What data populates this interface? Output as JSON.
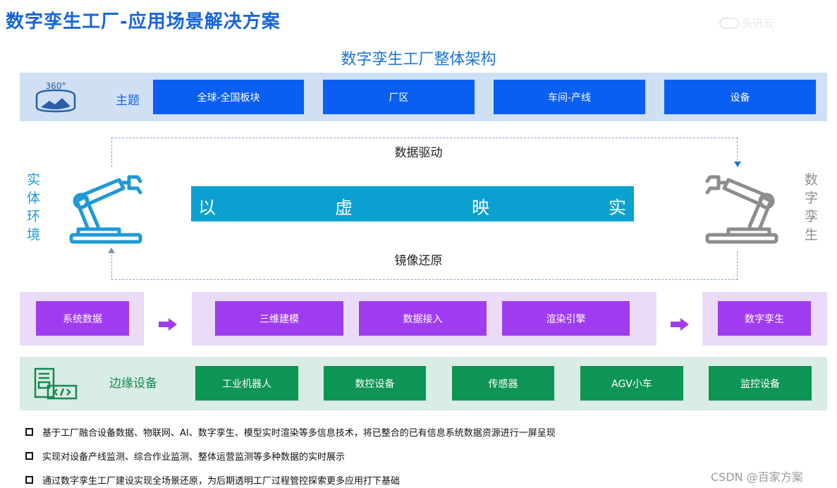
{
  "page_title": "数字孪生工厂-应用场景解决方案",
  "logo_watermark": "头讯云",
  "architecture_title": "数字孪生工厂整体架构",
  "theme_row": {
    "label": "主题",
    "icon_text": "360°",
    "items": [
      "全球-全国板块",
      "厂区",
      "车间-产线",
      "设备"
    ]
  },
  "flow": {
    "drive_label": "数据驱动",
    "mirror_label": "镜像还原",
    "banner_chars": [
      "以",
      "虚",
      "映",
      "实"
    ],
    "real_side_label": "实体环境",
    "twin_side_label": "数字孪生"
  },
  "process_row": {
    "source": "系统数据",
    "steps": [
      "三维建模",
      "数据接入",
      "渲染引擎"
    ],
    "result": "数字孪生"
  },
  "edge_row": {
    "label": "边缘设备",
    "items": [
      "工业机器人",
      "数控设备",
      "传感器",
      "AGV小车",
      "监控设备"
    ]
  },
  "bullets": [
    "基于工厂融合设备数据、物联网、AI、数字孪生、模型实时渲染等多信息技术，将已整合的已有信息系统数据资源进行一屏呈现",
    "实现对设备产线监测、综合作业监测、整体运营监测等多种数据的实时展示",
    "通过数字孪生工厂建设实现全场景还原，为后期透明工厂过程管控探索更多应用打下基础"
  ],
  "credit": "CSDN @百家方案",
  "colors": {
    "title_blue": "#1565d8",
    "theme_box": "#0a5ff2",
    "banner": "#0aa0d0",
    "process_box": "#a03cf0",
    "edge_box": "#0e9454",
    "real_robot": "#1e9ad6",
    "twin_robot": "#8d8d8d"
  },
  "icons": [
    "panorama-360-icon",
    "robot-arm-icon",
    "arrow-right-icon",
    "code-monitor-icon",
    "cloud-icon"
  ]
}
